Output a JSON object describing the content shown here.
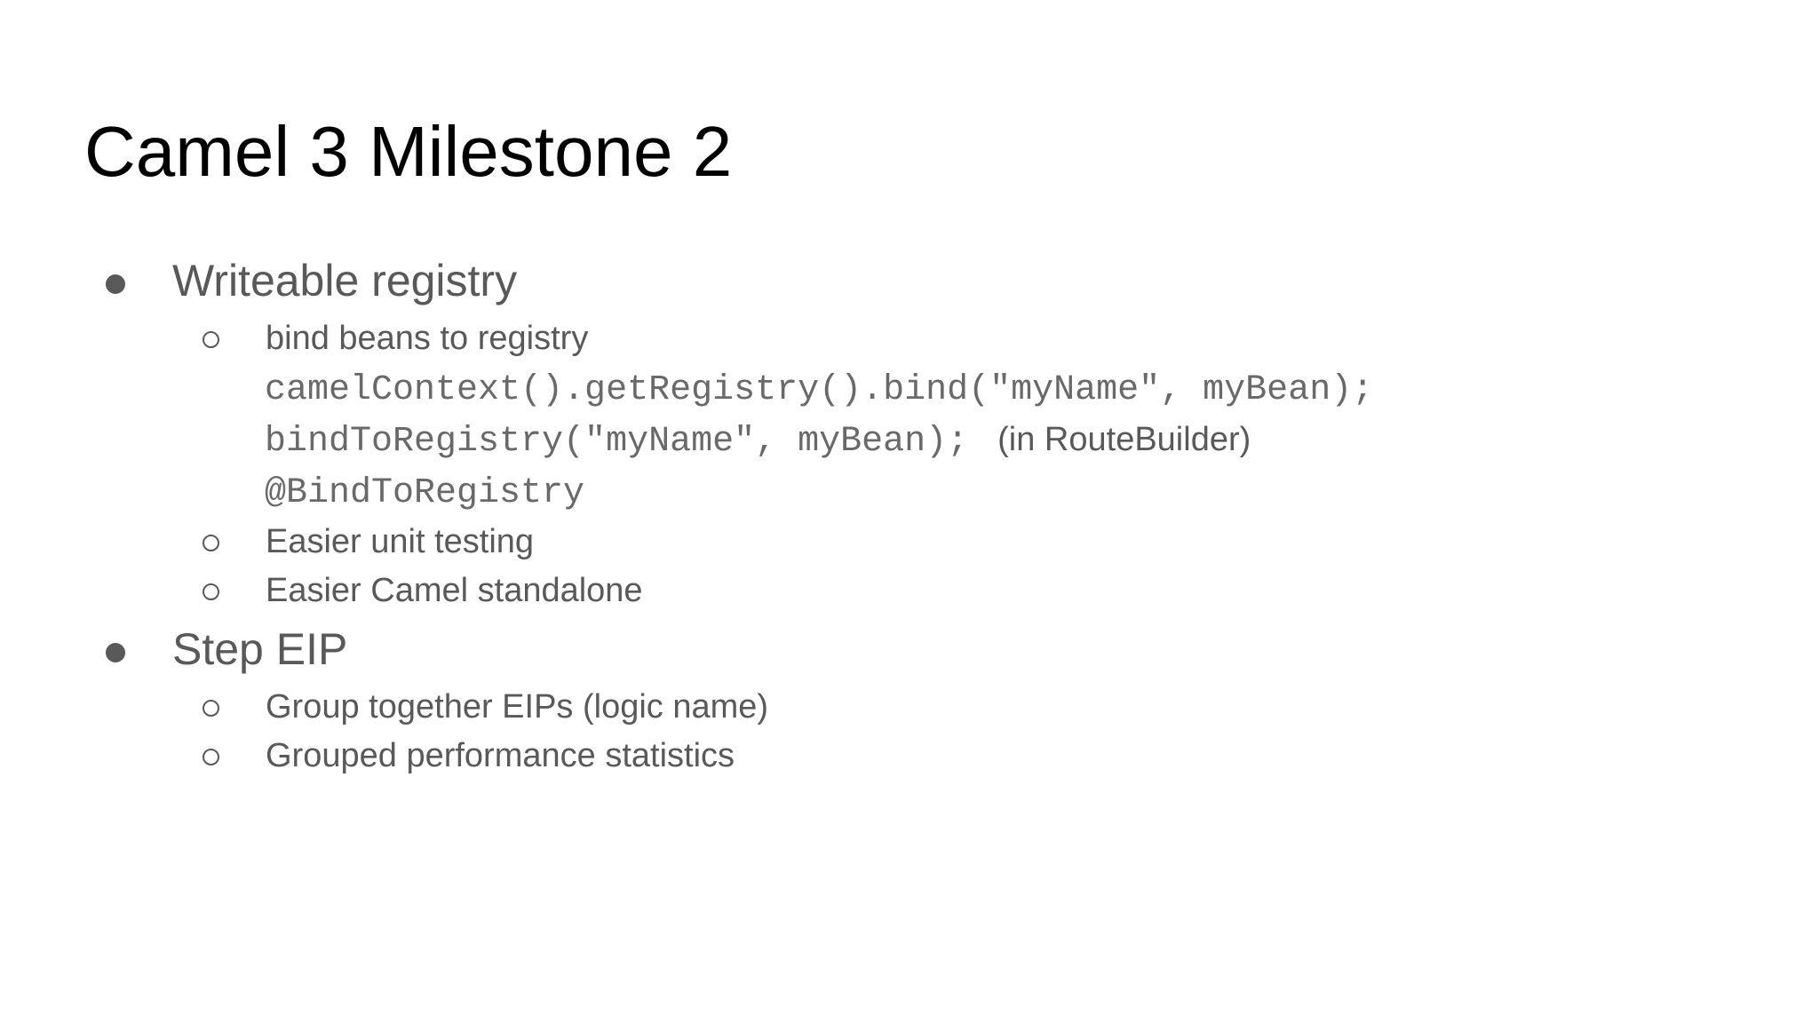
{
  "slide": {
    "title": "Camel 3 Milestone 2",
    "bullets": [
      {
        "level": 1,
        "type": "text",
        "text": "Writeable registry"
      },
      {
        "level": 2,
        "type": "text",
        "text": "bind beans to registry"
      },
      {
        "level": 2,
        "type": "code",
        "text": "camelContext().getRegistry().bind(\"myName\", myBean);"
      },
      {
        "level": 2,
        "type": "code",
        "text": "bindToRegistry(\"myName\", myBean);",
        "suffix": "(in RouteBuilder)"
      },
      {
        "level": 2,
        "type": "code",
        "text": "@BindToRegistry"
      },
      {
        "level": 2,
        "type": "text",
        "text": "Easier unit testing"
      },
      {
        "level": 2,
        "type": "text",
        "text": "Easier Camel standalone"
      },
      {
        "level": 1,
        "type": "text",
        "text": "Step EIP"
      },
      {
        "level": 2,
        "type": "text",
        "text": "Group together EIPs (logic name)"
      },
      {
        "level": 2,
        "type": "text",
        "text": "Grouped performance statistics"
      }
    ],
    "colors": {
      "background": "#ffffff",
      "title": "#000000",
      "body": "#595959",
      "code": "#696969"
    }
  }
}
